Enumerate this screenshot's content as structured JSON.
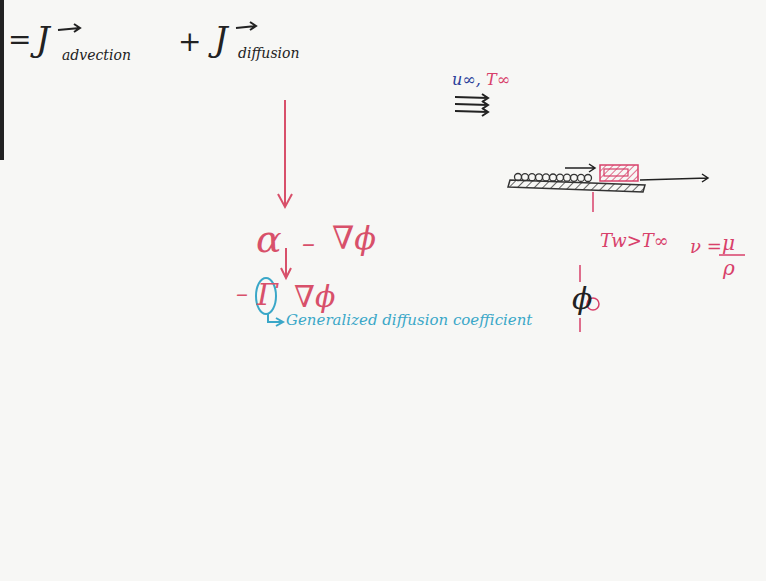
{
  "diagram": {
    "labels": [
      "=",
      "J",
      "advection",
      "+",
      "J",
      "diffusion",
      "α",
      "–",
      "∇ϕ",
      "–",
      "Γ",
      "∇ϕ",
      "Generalized diffusion coefficient",
      "u∞,",
      "T∞",
      "Tw>T∞",
      "ν =",
      "μ",
      "ρ",
      "ϕ"
    ]
  }
}
